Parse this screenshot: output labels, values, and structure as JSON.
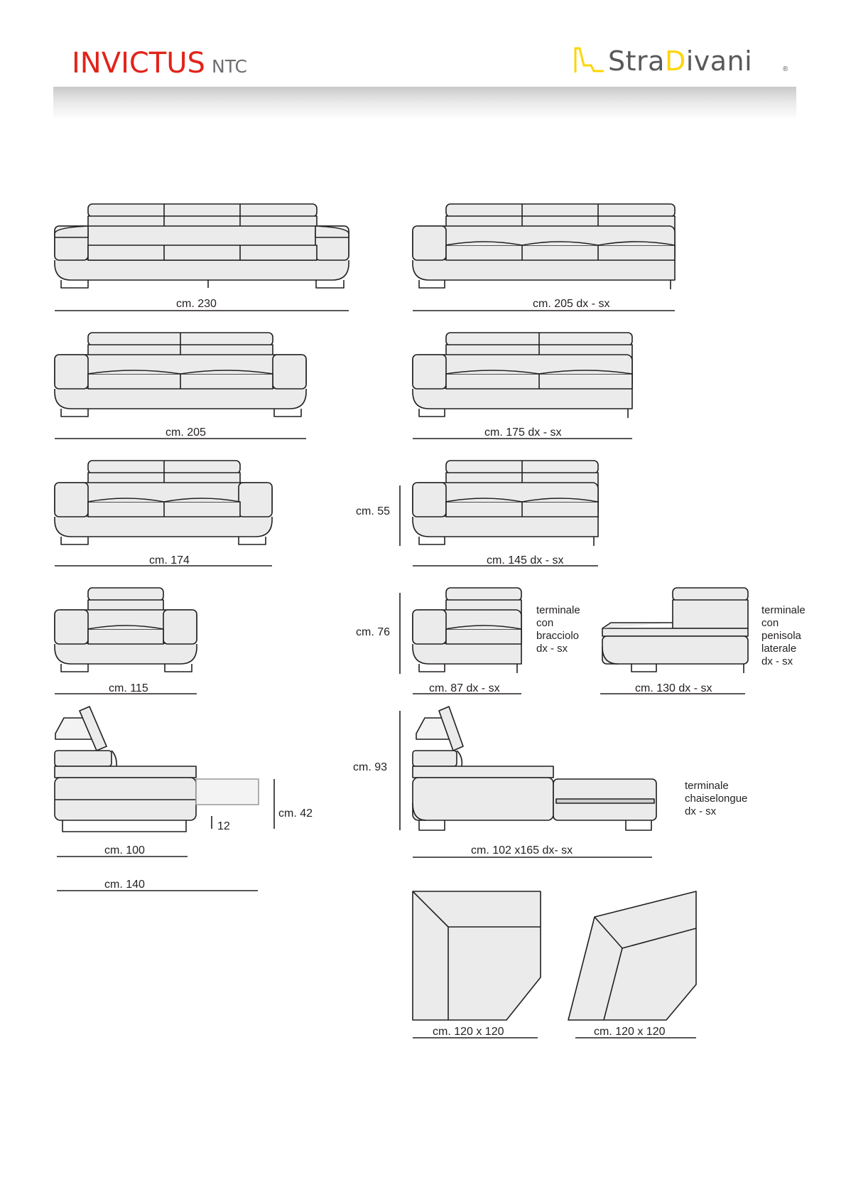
{
  "header": {
    "title": "INVICTUS",
    "subtitle": "NTC",
    "brand": "StraDivani",
    "brand_accent": "D",
    "registered": "®"
  },
  "colors": {
    "title": "#e2231a",
    "logo_yellow": "#ffd500",
    "line": "#231f20",
    "fill": "#ebebeb"
  },
  "labels": {
    "s230": "cm. 230",
    "s205": "cm. 205",
    "s174": "cm. 174",
    "s115": "cm. 115",
    "s100": "cm. 100",
    "s140": "cm. 140",
    "s12": "12",
    "s42": "cm. 42",
    "t205": "cm. 205 dx - sx",
    "t175": "cm. 175 dx - sx",
    "t145": "cm. 145 dx - sx",
    "t87": "cm. 87 dx - sx",
    "t130": "cm. 130 dx - sx",
    "t102": "cm. 102 x165  dx- sx",
    "c120a": "cm. 120 x 120",
    "c120b": "cm. 120 x 120",
    "h55": "cm. 55",
    "h76": "cm. 76",
    "h93": "cm. 93"
  },
  "notes": {
    "bracciolo": "terminale\ncon\nbracciolo\ndx - sx",
    "penisola": "terminale\ncon\npenisola\nlaterale\ndx - sx",
    "chaise": "terminale\nchaiselongue\ndx - sx"
  }
}
